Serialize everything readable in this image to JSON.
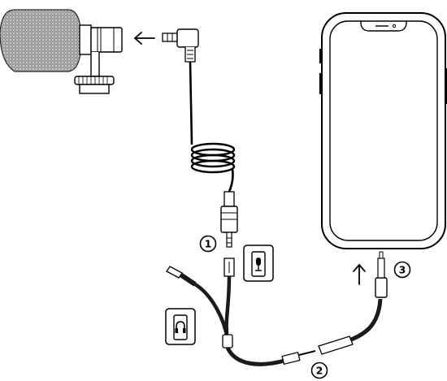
{
  "steps": [
    {
      "number": "1"
    },
    {
      "number": "2"
    },
    {
      "number": "3"
    }
  ],
  "icons": {
    "microphone_port": "microphone-icon",
    "headphone_port": "headphones-icon"
  },
  "arrows": {
    "plug_into_mic": "left-arrow-icon",
    "plug_into_phone": "up-arrow-icon"
  },
  "colors": {
    "line": "#000000",
    "cable": "#1a1a1a",
    "background": "#ffffff"
  }
}
